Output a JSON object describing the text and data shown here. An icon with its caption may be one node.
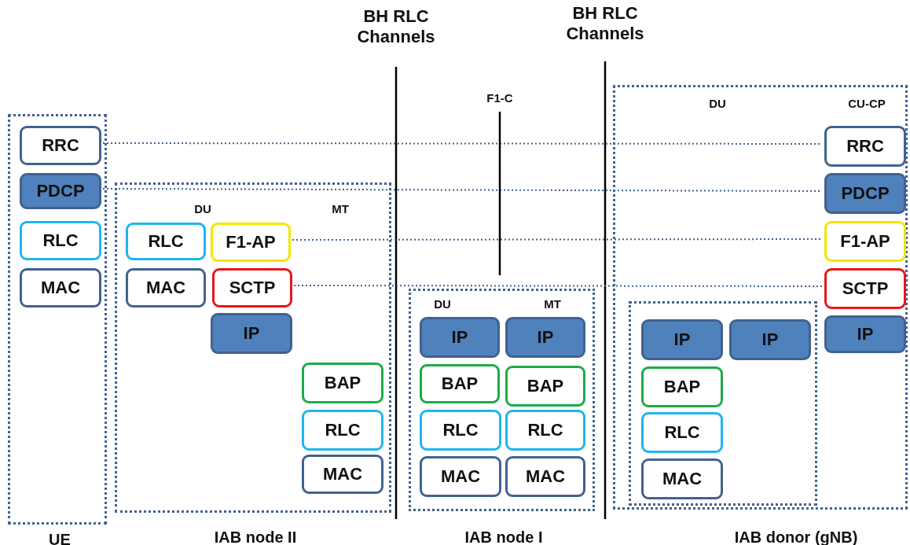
{
  "diagram": {
    "nodes": [
      {
        "text": [
          "UE"
        ]
      },
      {
        "text": [
          "RRC"
        ],
        "in": 0
      },
      {
        "text": [
          "PDCP"
        ],
        "in": 0
      },
      {
        "text": [
          "RLC"
        ],
        "in": 0
      },
      {
        "text": [
          "MAC"
        ],
        "in": 0
      },
      {
        "text": [
          "DU",
          "MT",
          "IAB node II"
        ]
      },
      {
        "text": [
          "RLC"
        ],
        "in": 5
      },
      {
        "text": [
          "F1-AP"
        ],
        "in": 5
      },
      {
        "text": [
          "MAC"
        ],
        "in": 5
      },
      {
        "text": [
          "SCTP"
        ],
        "in": 5
      },
      {
        "text": [
          "IP"
        ],
        "in": 5
      },
      {
        "text": [
          "BAP"
        ],
        "in": 5
      },
      {
        "text": [
          "RLC"
        ],
        "in": 5
      },
      {
        "text": [
          "MAC"
        ],
        "in": 5
      },
      {
        "text": [
          "DU",
          "MT",
          "IAB node I"
        ]
      },
      {
        "text": [
          "IP"
        ],
        "in": 14
      },
      {
        "text": [
          "IP"
        ],
        "in": 14
      },
      {
        "text": [
          "BAP"
        ],
        "in": 14
      },
      {
        "text": [
          "BAP"
        ],
        "in": 14
      },
      {
        "text": [
          "RLC"
        ],
        "in": 14
      },
      {
        "text": [
          "RLC"
        ],
        "in": 14
      },
      {
        "text": [
          "MAC"
        ],
        "in": 14
      },
      {
        "text": [
          "MAC"
        ],
        "in": 14
      },
      {
        "text": [
          "DU",
          "CU-CP",
          "IAB donor (gNB)"
        ]
      },
      {
        "text": [
          "RRC"
        ],
        "in": 23
      },
      {
        "text": [
          "PDCP"
        ],
        "in": 23
      },
      {
        "text": [
          "F1-AP"
        ],
        "in": 23
      },
      {
        "text": [
          "SCTP"
        ],
        "in": 23
      },
      {
        "text": [],
        "shape": "box",
        "in": 23
      },
      {
        "text": [
          "IP"
        ],
        "in": 28
      },
      {
        "text": [
          "IP"
        ],
        "in": 28
      },
      {
        "text": [
          "BAP"
        ],
        "in": 28
      },
      {
        "text": [
          "RLC"
        ],
        "in": 28
      },
      {
        "text": [
          "MAC"
        ],
        "in": 28
      },
      {
        "text": [
          "IP"
        ],
        "in": 23
      },
      {
        "text": [
          "F1-C"
        ]
      }
    ],
    "edges": [
      {
        "from": 1,
        "to": 24,
        "arrow": "none",
        "style": "dashed"
      },
      {
        "from": 2,
        "to": 25,
        "arrow": "none",
        "style": "dashed"
      },
      {
        "from": 7,
        "to": 26,
        "arrow": "none",
        "style": "dashed"
      },
      {
        "from": 9,
        "to": 27,
        "arrow": "none",
        "style": "dashed"
      },
      {
        "from": 35,
        "to": null,
        "arrow": "none",
        "color": "#000000"
      }
    ],
    "labels": [
      "BH RLC Channels",
      "BH RLC Channels"
    ]
  }
}
